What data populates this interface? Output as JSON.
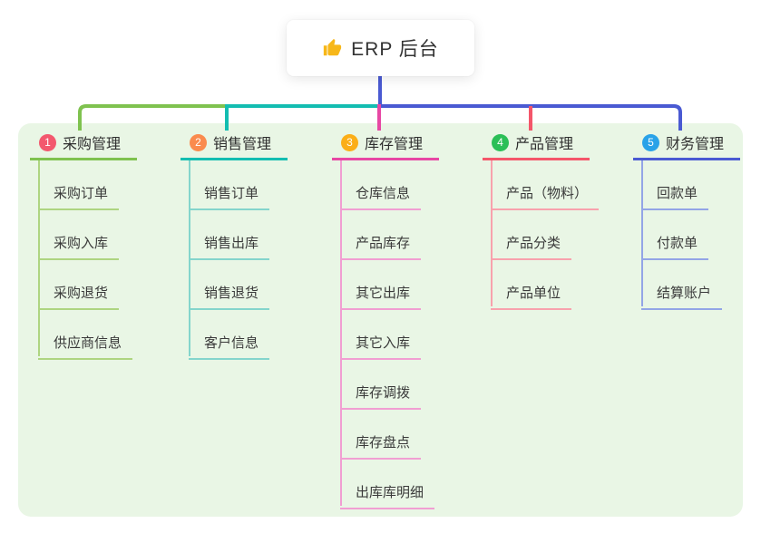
{
  "root": {
    "label": "ERP 后台",
    "icon": "thumbs-up-icon",
    "icon_color": "#f7b719"
  },
  "panel_color": "#e9f6e5",
  "stem_color": "#4a5ad2",
  "branches": [
    {
      "index": "1",
      "label": "采购管理",
      "badge_color": "#f3586e",
      "line_color": "#7fc24f",
      "child_line_color": "#aed581",
      "children": [
        "采购订单",
        "采购入库",
        "采购退货",
        "供应商信息"
      ]
    },
    {
      "index": "2",
      "label": "销售管理",
      "badge_color": "#fa8b4e",
      "line_color": "#13bdb1",
      "child_line_color": "#84d5cc",
      "children": [
        "销售订单",
        "销售出库",
        "销售退货",
        "客户信息"
      ]
    },
    {
      "index": "3",
      "label": "库存管理",
      "badge_color": "#fbae17",
      "line_color": "#e747a4",
      "child_line_color": "#f19ed2",
      "children": [
        "仓库信息",
        "产品库存",
        "其它出库",
        "其它入库",
        "库存调拨",
        "库存盘点",
        "出库库明细"
      ]
    },
    {
      "index": "4",
      "label": "产品管理",
      "badge_color": "#2bbf57",
      "line_color": "#f4566a",
      "child_line_color": "#f8a2ad",
      "children": [
        "产品（物料）",
        "产品分类",
        "产品单位"
      ]
    },
    {
      "index": "5",
      "label": "财务管理",
      "badge_color": "#29a2e8",
      "line_color": "#4a5ad2",
      "child_line_color": "#93a5e6",
      "children": [
        "回款单",
        "付款单",
        "结算账户"
      ]
    }
  ]
}
